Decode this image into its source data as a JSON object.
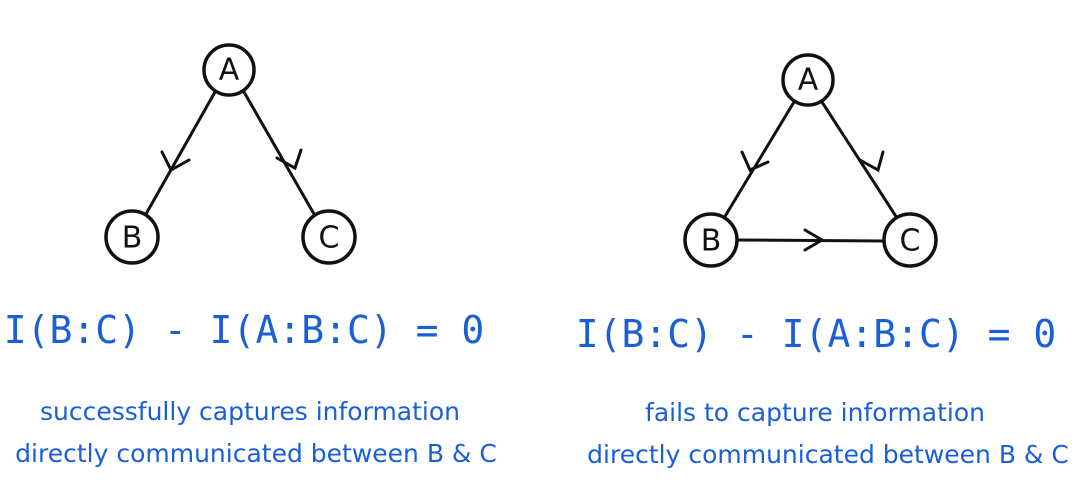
{
  "colors": {
    "ink": "#111111",
    "accent": "#1a5fd6"
  },
  "left": {
    "nodes": {
      "a": "A",
      "b": "B",
      "c": "C"
    },
    "equation": "I(B:C) - I(A:B:C) = 0",
    "caption_line1": "successfully captures information",
    "caption_line2": "directly communicated between  B & C"
  },
  "right": {
    "nodes": {
      "a": "A",
      "b": "B",
      "c": "C"
    },
    "equation": "I(B:C) - I(A:B:C) = 0",
    "caption_line1": "fails to capture information",
    "caption_line2": "directly communicated between  B & C"
  }
}
